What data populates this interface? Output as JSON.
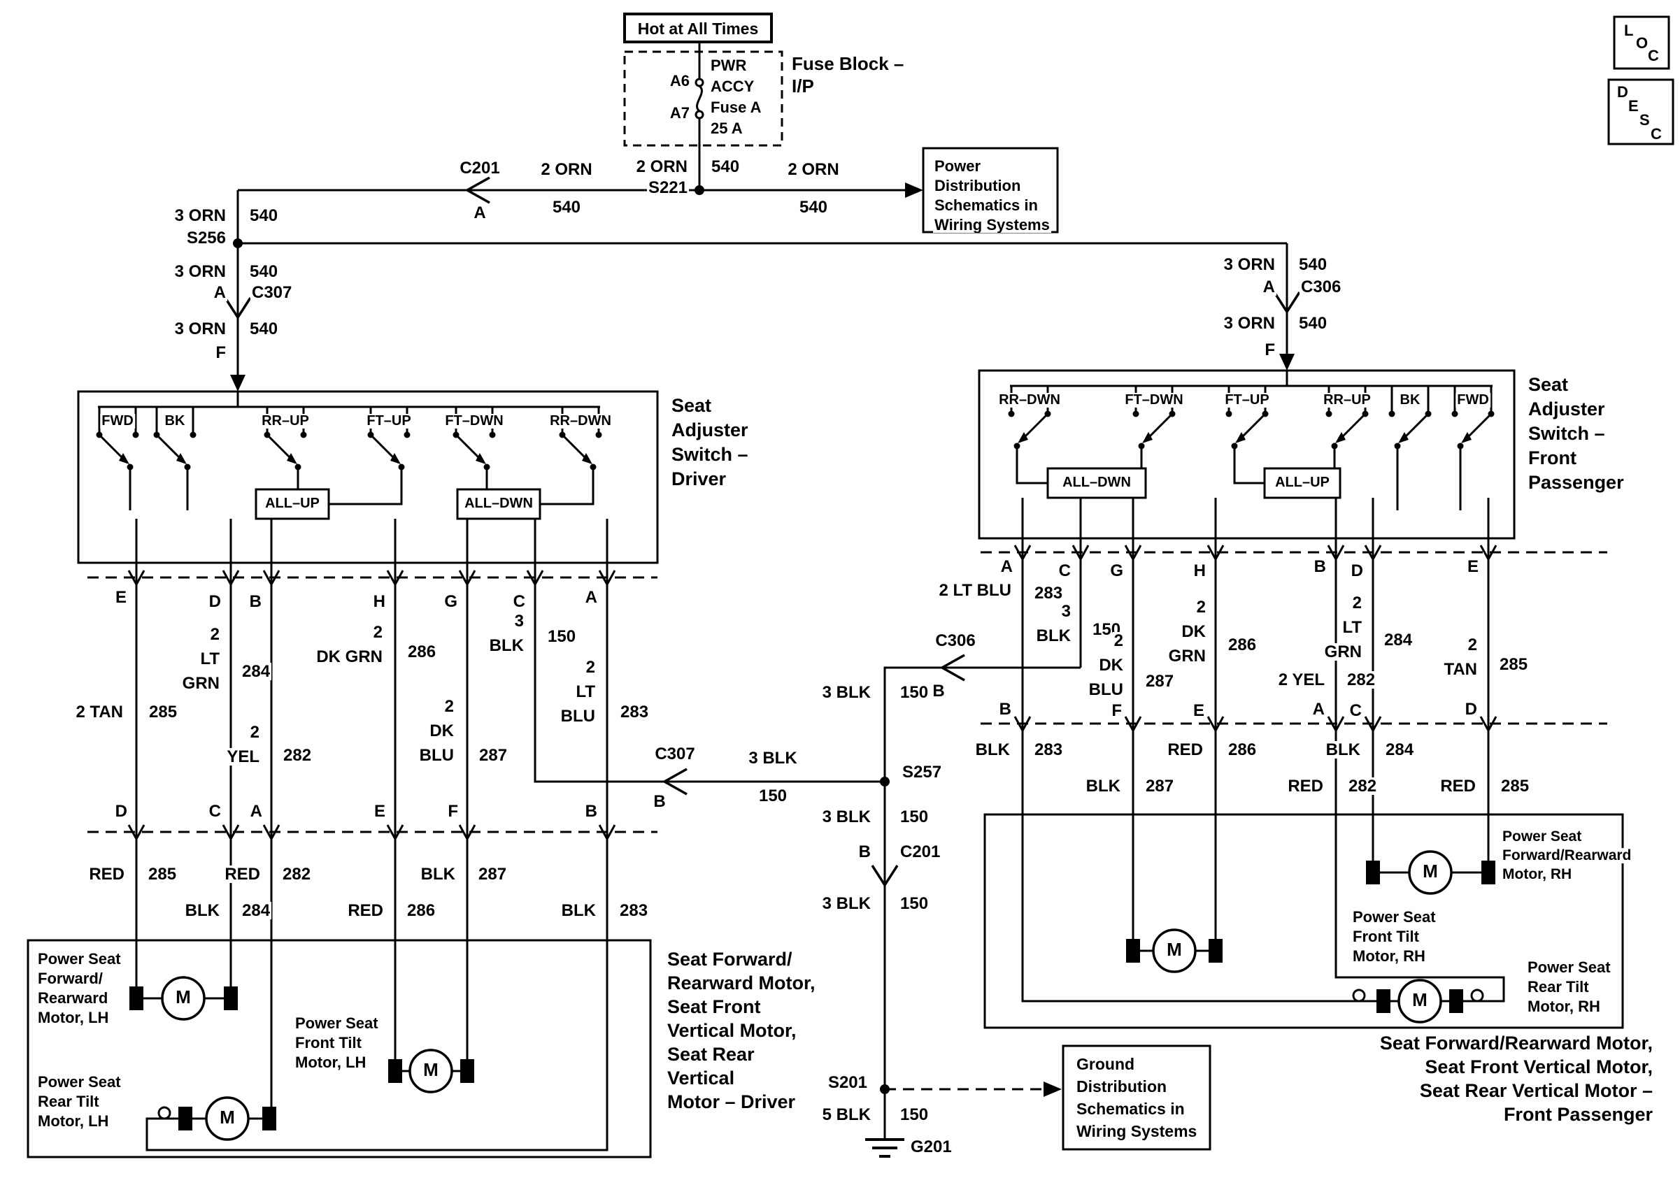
{
  "colors": {
    "wire": "#000000",
    "background": "#ffffff"
  },
  "top": {
    "hot_at_all_times": "Hot at All Times",
    "fuse_pins": {
      "a6": "A6",
      "a7": "A7"
    },
    "fuse_text_lines": [
      "PWR",
      "ACCY",
      "Fuse A",
      "25 A"
    ],
    "fuse_block_label_lines": [
      "Fuse Block –",
      "I/P"
    ],
    "splice_s221": "S221",
    "power_distribution_box_lines": [
      "Power",
      "Distribution",
      "Schematics in",
      "Wiring Systems"
    ]
  },
  "wire_labels": {
    "orn2": "2 ORN",
    "orn3": "3 ORN",
    "c540": "540",
    "c150": "150",
    "blk3": "3 BLK",
    "blk5": "5 BLK",
    "red": "RED",
    "blk": "BLK",
    "n2": "2",
    "n3": "3",
    "lt": "LT",
    "grn": "GRN",
    "dk": "DK",
    "blu": "BLU",
    "yel": "YEL",
    "tan": "TAN",
    "dkgrn": "DK GRN",
    "tan2": "2 TAN",
    "yel2": "2 YEL",
    "ltblu2": "2 LT BLU",
    "c282": "282",
    "c283": "283",
    "c284": "284",
    "c285": "285",
    "c286": "286",
    "c287": "287"
  },
  "connectors": {
    "c201": "C201",
    "c306": "C306",
    "c307": "C307",
    "s256": "S256",
    "s257": "S257",
    "s201": "S201",
    "g201": "G201"
  },
  "pins": {
    "a": "A",
    "b": "B",
    "c": "C",
    "d": "D",
    "e": "E",
    "f": "F",
    "g": "G",
    "h": "H"
  },
  "driver_switch": {
    "title_lines": [
      "Seat",
      "Adjuster",
      "Switch –",
      "Driver"
    ],
    "positions": [
      "FWD",
      "BK",
      "RR–UP",
      "FT–UP",
      "FT–DWN",
      "RR–DWN"
    ],
    "all_up": "ALL–UP",
    "all_down": "ALL–DWN"
  },
  "passenger_switch": {
    "title_lines": [
      "Seat",
      "Adjuster",
      "Switch –",
      "Front",
      "Passenger"
    ],
    "positions": [
      "RR–DWN",
      "FT–DWN",
      "FT–UP",
      "RR–UP",
      "BK",
      "FWD"
    ],
    "all_up": "ALL–UP",
    "all_down": "ALL–DWN"
  },
  "motors": {
    "m": "M",
    "driver_fwd_rear_lines": [
      "Power Seat",
      "Forward/",
      "Rearward",
      "Motor, LH"
    ],
    "driver_front_tilt_lines": [
      "Power Seat",
      "Front Tilt",
      "Motor, LH"
    ],
    "driver_rear_tilt_lines": [
      "Power Seat",
      "Rear Tilt",
      "Motor, LH"
    ],
    "pass_fwd_rear_lines": [
      "Power Seat",
      "Forward/Rearward",
      "Motor, RH"
    ],
    "pass_front_tilt_lines": [
      "Power Seat",
      "Front Tilt",
      "Motor, RH"
    ],
    "pass_rear_tilt_lines": [
      "Power Seat",
      "Rear Tilt",
      "Motor, RH"
    ]
  },
  "footers": {
    "driver_desc_lines": [
      "Seat Forward/",
      "Rearward Motor,",
      "Seat Front",
      "Vertical Motor,",
      "Seat Rear",
      "Vertical",
      "Motor – Driver"
    ],
    "passenger_desc_lines": [
      "Seat Forward/Rearward Motor,",
      "Seat Front Vertical Motor,",
      "Seat Rear Vertical Motor –",
      "Front Passenger"
    ],
    "ground_box_lines": [
      "Ground",
      "Distribution",
      "Schematics in",
      "Wiring Systems"
    ]
  },
  "corner_tabs": {
    "loc": [
      "L",
      "O",
      "C"
    ],
    "desc": [
      "D",
      "E",
      "S",
      "C"
    ]
  }
}
